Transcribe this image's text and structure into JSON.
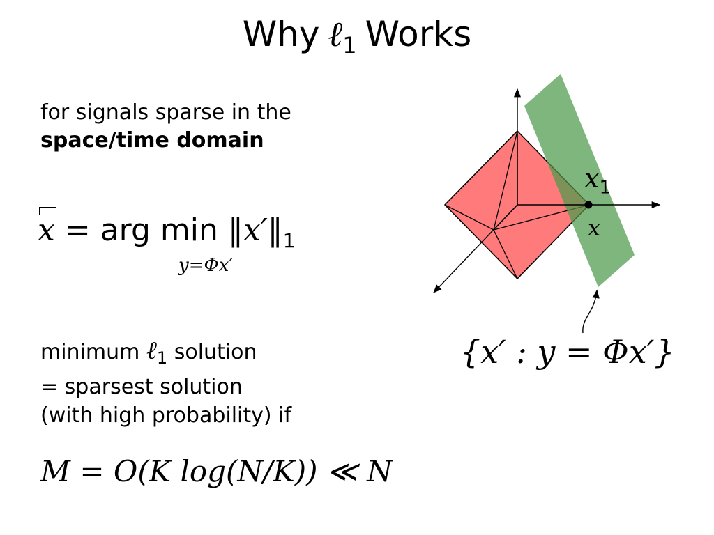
{
  "title": {
    "pre": "Why",
    "ell": "ℓ",
    "sub": "1",
    "post": "Works"
  },
  "intro": {
    "line1": "for signals sparse in the",
    "line2": "space/time domain"
  },
  "formula": {
    "lhs": "x",
    "eq": "=",
    "op": "arg min",
    "norm": "‖x′‖",
    "norm_sub": "1",
    "constraint": "y=Φx′"
  },
  "result": {
    "line1_pre": "minimum ",
    "ell": "ℓ",
    "ell_sub": "1",
    "line1_post": " solution",
    "line2": "= sparsest solution",
    "line3": "(with high probability) if"
  },
  "bound": "M = O(K log(N/K)) ≪ N",
  "diagram": {
    "set_label": "{x′ :  y = Φx′}",
    "x1_label": "x",
    "x1_sub": "1",
    "x_label": "x",
    "colors": {
      "polytope": "#ff6e6e",
      "hyperplane": "#4c9a4c",
      "overlap": "#8a6a3a"
    }
  }
}
